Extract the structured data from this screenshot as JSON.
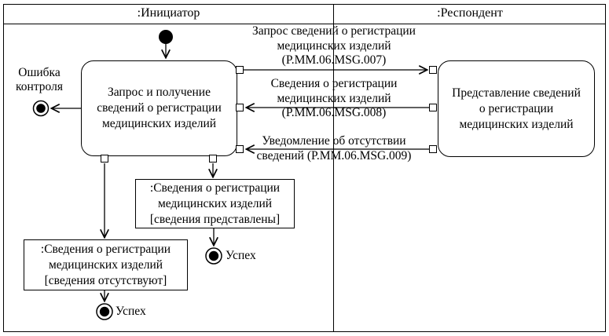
{
  "diagram": {
    "colors": {
      "line": "#000000",
      "text": "#000000",
      "background": "#ffffff"
    },
    "lanes": [
      {
        "label": ":Инициатор"
      },
      {
        "label": ":Респондент"
      }
    ],
    "nodes": {
      "initiator_activity": {
        "label": "Запрос и получение\nсведений о регистрации\nмедицинских изделий"
      },
      "responder_activity": {
        "label": "Представление сведений\nо регистрации\nмедицинских изделий"
      },
      "object_provided": {
        "label": ":Сведения о регистрации\nмедицинских изделий\n[сведения представлены]"
      },
      "object_absent": {
        "label": ":Сведения о регистрации\nмедицинских изделий\n[сведения отсутствуют]"
      },
      "error_final": {
        "label": "Ошибка\nконтроля"
      },
      "success_final_provided": {
        "label": "Успех"
      },
      "success_final_absent": {
        "label": "Успех"
      }
    },
    "messages": [
      {
        "label": "Запрос сведений о регистрации\nмедицинских изделий\n(P.MM.06.MSG.007)",
        "direction": "right"
      },
      {
        "label": "Сведения о регистрации\nмедицинских изделий\n(P.MM.06.MSG.008)",
        "direction": "left"
      },
      {
        "label": "Уведомление об отсутствии\nсведений (P.MM.06.MSG.009)",
        "direction": "left"
      }
    ]
  }
}
